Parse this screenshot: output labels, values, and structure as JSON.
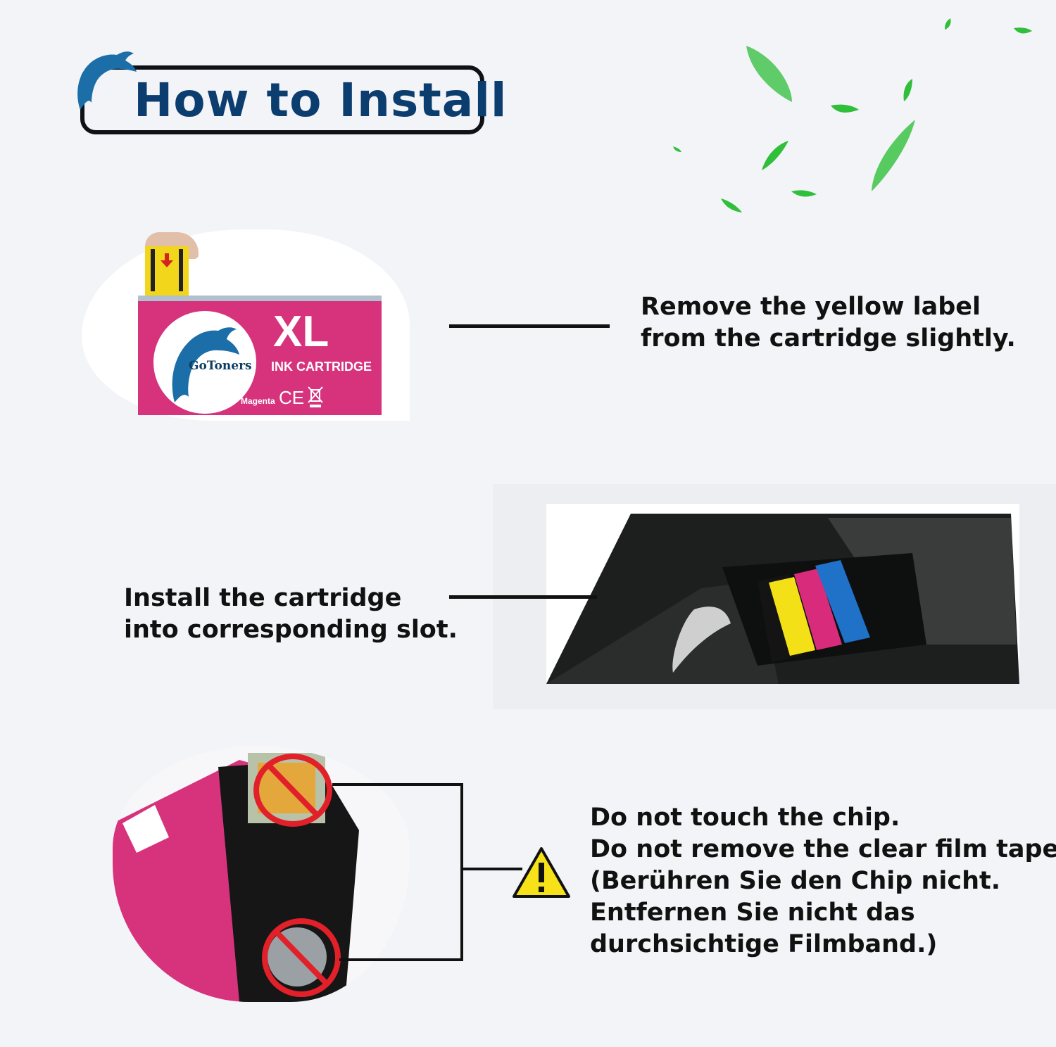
{
  "title": "How to Install",
  "steps": [
    {
      "text_line1": "Remove the yellow label",
      "text_line2": "from the cartridge slightly."
    },
    {
      "text_line1": "Install the cartridge",
      "text_line2": "into corresponding slot."
    },
    {
      "lines": [
        "Do not touch the chip.",
        "Do not remove the clear film tape.",
        "(Berühren Sie den Chip nicht.",
        "Entfernen Sie nicht das",
        "durchsichtige Filmband.)"
      ]
    }
  ],
  "cartridge": {
    "brand": "GoToners",
    "size": "XL",
    "type_label": "INK CARTRIDGE",
    "color_name": "Magenta",
    "ce_mark": "CE"
  },
  "colors": {
    "title_text": "#0b3d6f",
    "magenta": "#d6337c",
    "dolphin": "#1b6ea8",
    "leaf_green": "#2fbf3a",
    "warning_yellow": "#f7e21a"
  },
  "icons": [
    "dolphin-icon",
    "leaf-icon",
    "warning-icon",
    "no-touch-icon",
    "ce-mark-icon",
    "weee-bin-icon"
  ]
}
